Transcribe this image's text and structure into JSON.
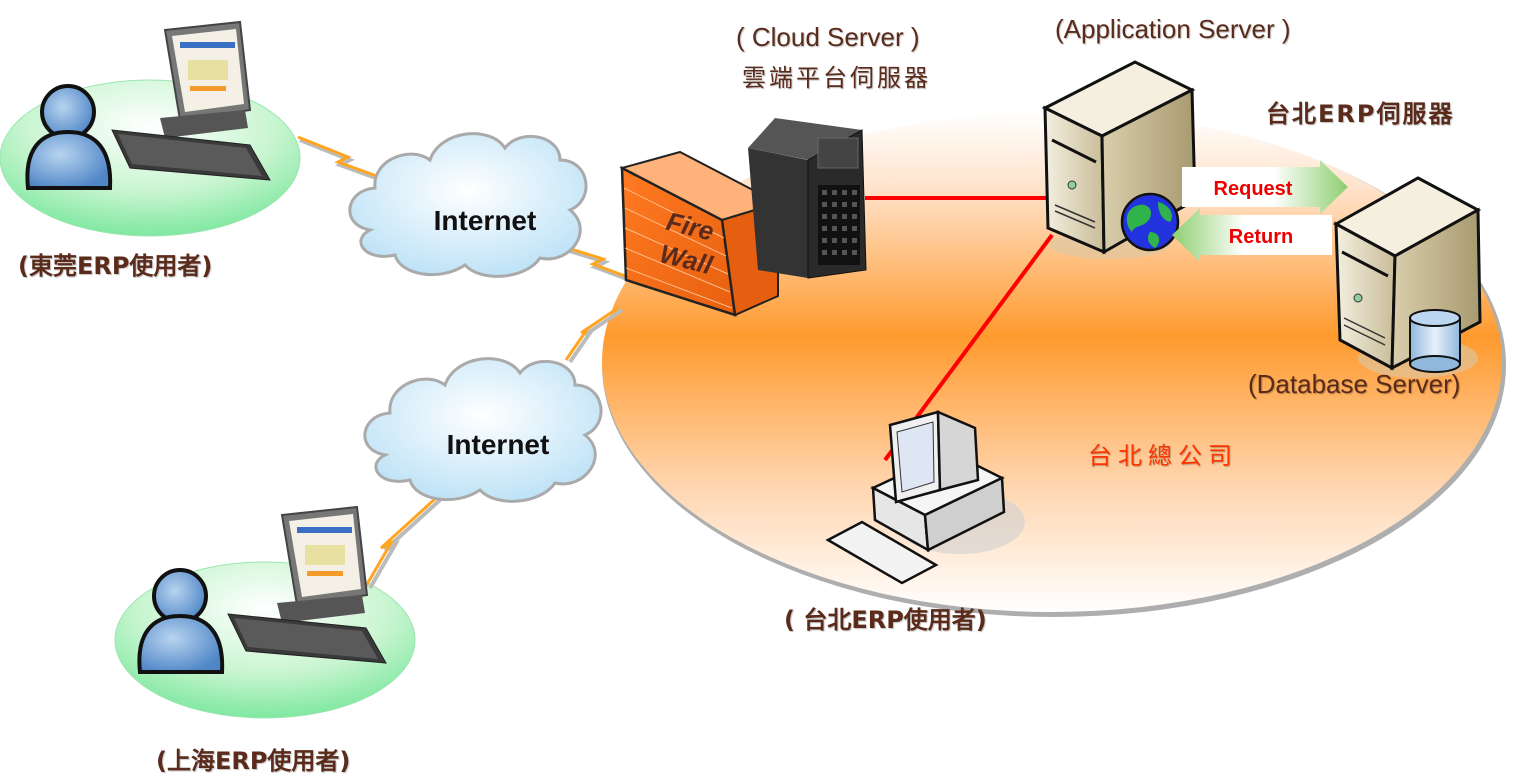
{
  "diagram": {
    "title": "ERP network architecture",
    "nodes": {
      "dongguan_user": {
        "label": "(東莞ERP使用者)"
      },
      "shanghai_user": {
        "label": "(上海ERP使用者)"
      },
      "internet_top": {
        "label": "Internet"
      },
      "internet_bottom": {
        "label": "Internet"
      },
      "firewall": {
        "label_line1": "Fire",
        "label_line2": "Wall"
      },
      "cloud_server": {
        "label_en": "( Cloud Server )",
        "label_zh": "雲端平台伺服器"
      },
      "app_server": {
        "label_en": "(Application Server )",
        "label_zh": "台北ERP伺服器"
      },
      "db_server": {
        "label": "(Database Server)"
      },
      "taipei_user": {
        "label": "( 台北ERP使用者)"
      },
      "taipei_hq": {
        "label": "台北總公司"
      }
    },
    "arrows": {
      "request": "Request",
      "return": "Return"
    },
    "edges": [
      {
        "from": "dongguan_user",
        "to": "internet_top",
        "type": "wireless"
      },
      {
        "from": "internet_top",
        "to": "firewall",
        "type": "wireless"
      },
      {
        "from": "shanghai_user",
        "to": "internet_bottom",
        "type": "wireless"
      },
      {
        "from": "internet_bottom",
        "to": "firewall",
        "type": "wireless"
      },
      {
        "from": "cloud_server",
        "to": "app_server",
        "type": "wired"
      },
      {
        "from": "app_server",
        "to": "taipei_user",
        "type": "wired"
      },
      {
        "from": "app_server",
        "to": "db_server",
        "type": "request"
      },
      {
        "from": "db_server",
        "to": "app_server",
        "type": "return"
      }
    ],
    "colors": {
      "user_zone": "#7fe8a0",
      "hq_zone": "#ff9a2e",
      "wired_link": "#ff0000",
      "wireless_link": "#ffa520",
      "arrow": "#8fce70",
      "arrow_text": "#ee0000",
      "label_text": "#5a2a1a",
      "hq_text": "#ff3300"
    }
  }
}
